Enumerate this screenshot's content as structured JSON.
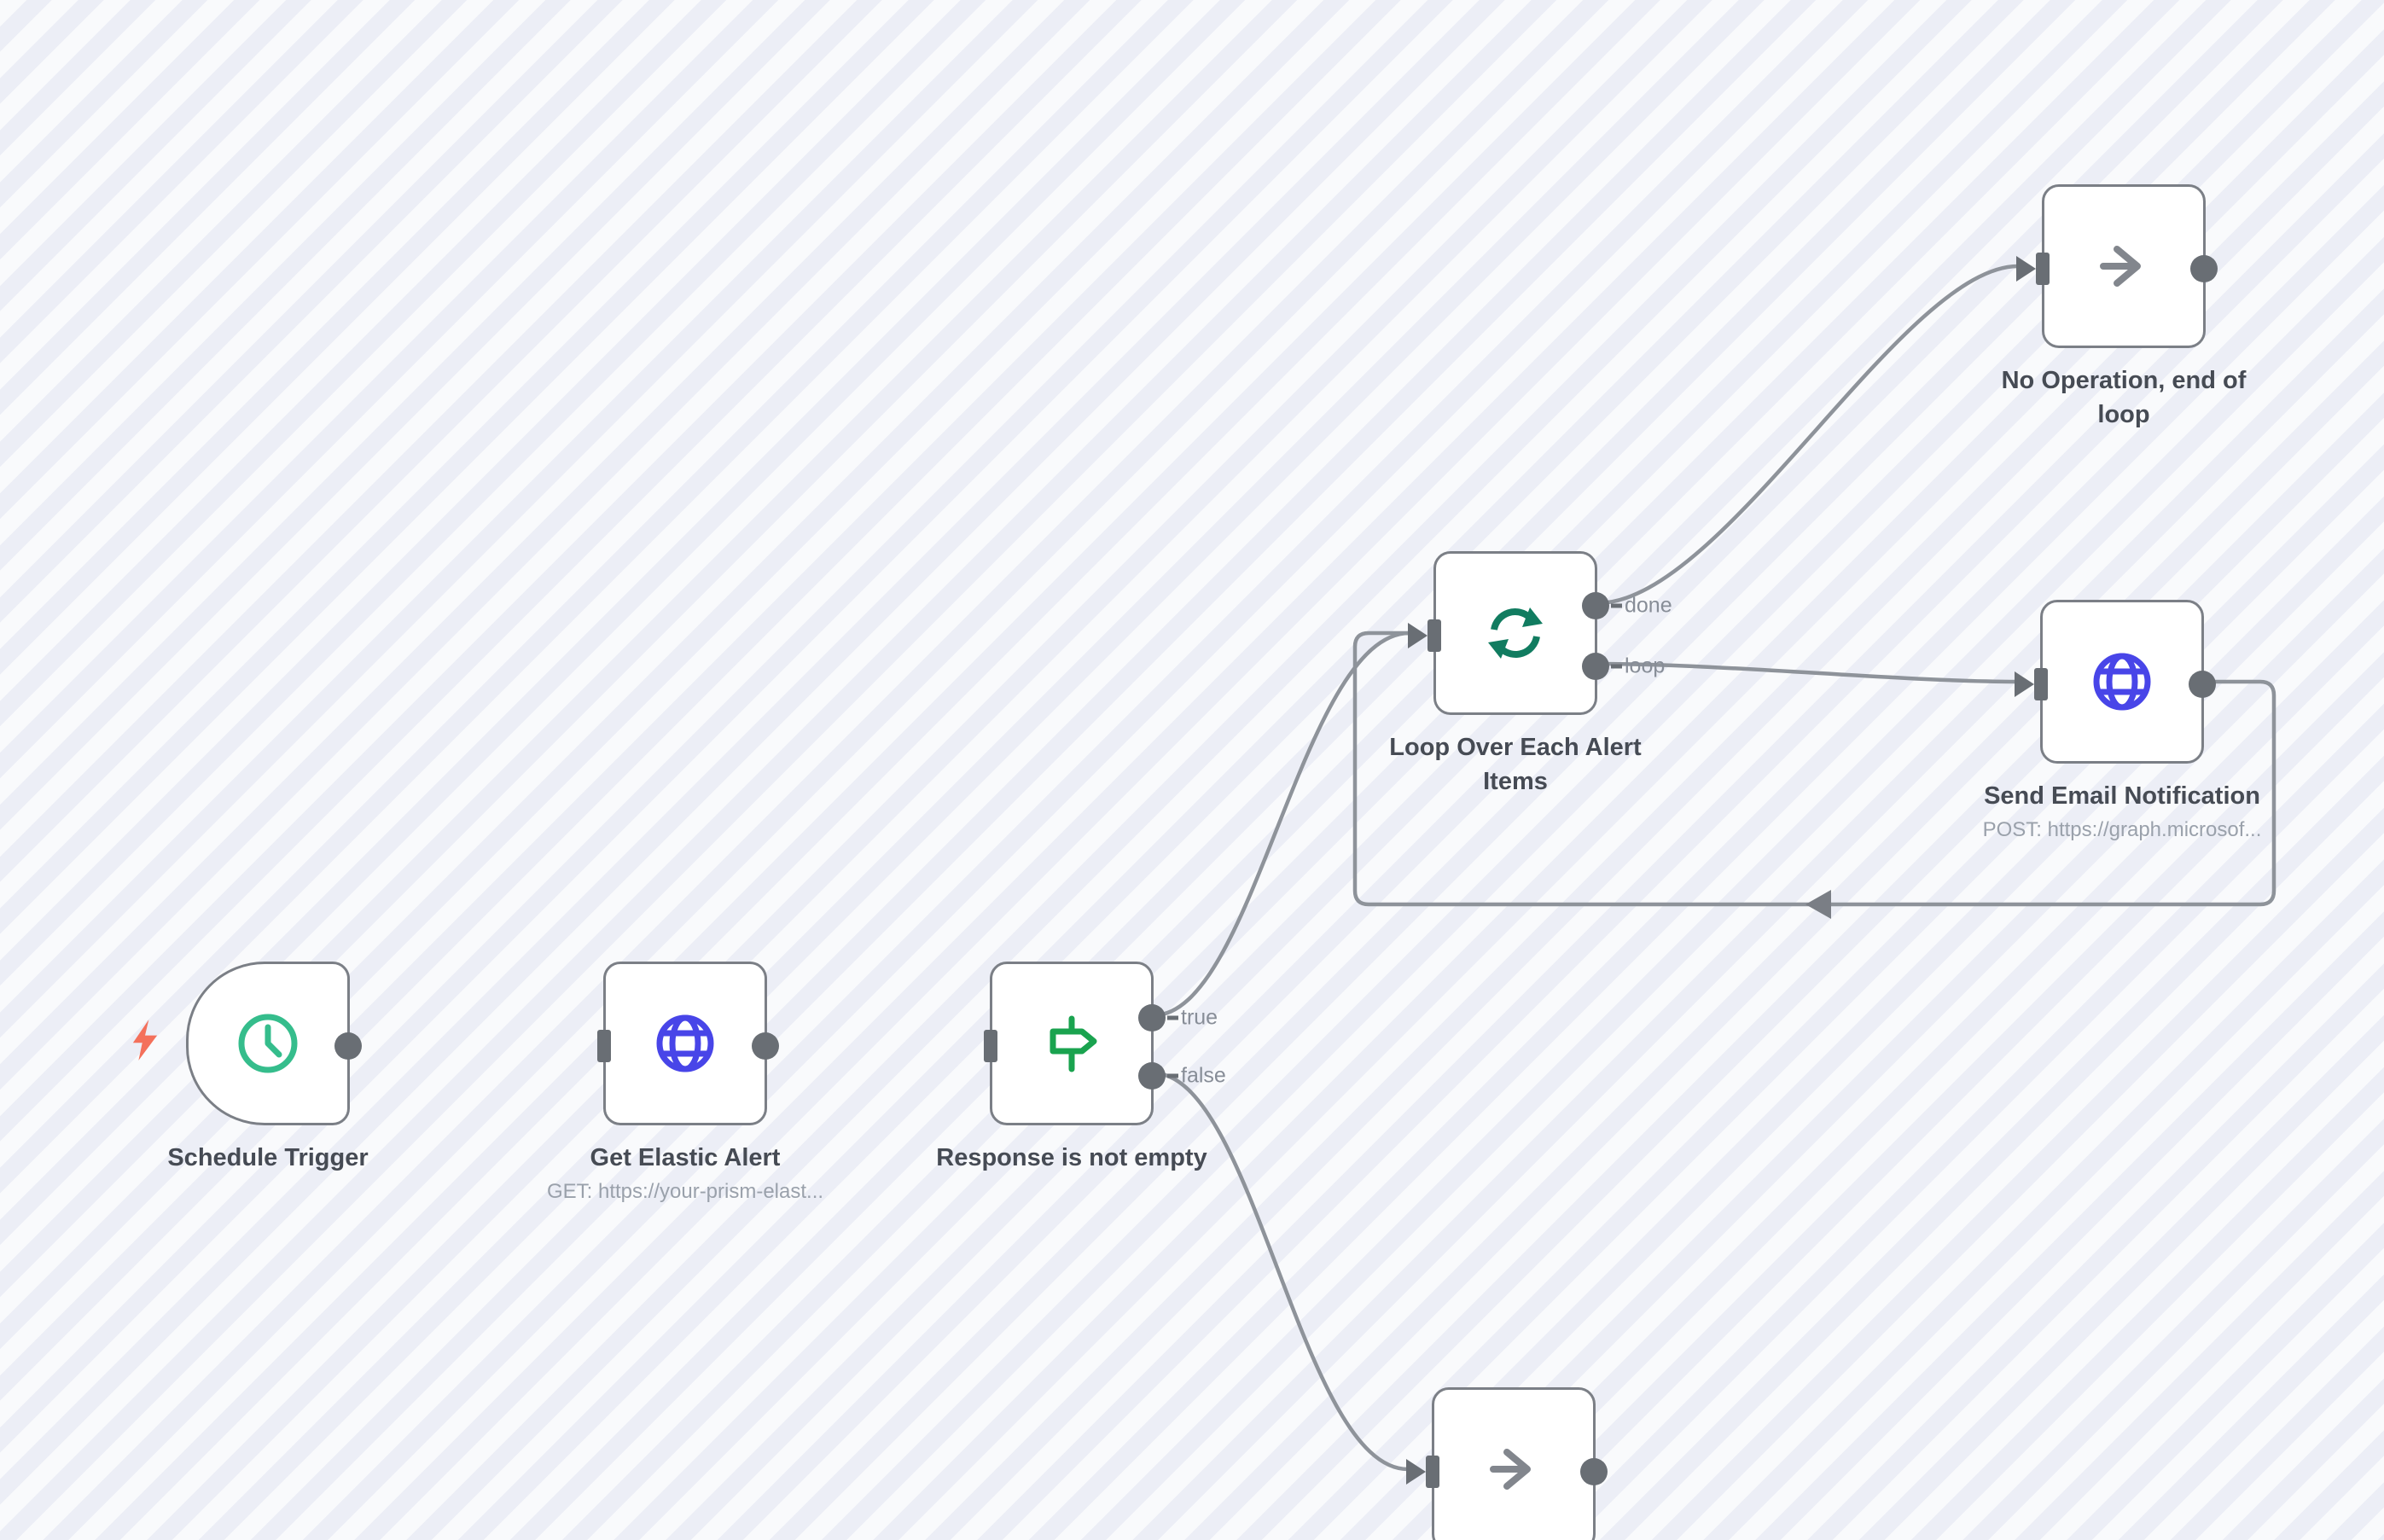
{
  "workflow": {
    "nodes": [
      {
        "id": "schedule-trigger",
        "label": "Schedule Trigger",
        "icon": "clock-icon",
        "kind": "trigger"
      },
      {
        "id": "get-elastic-alert",
        "label": "Get Elastic Alert",
        "sublabel": "GET: https://your-prism-elast...",
        "icon": "globe-icon"
      },
      {
        "id": "response-is-not-empty",
        "label": "Response is not empty",
        "icon": "signpost-icon",
        "outputs": [
          {
            "label": "true"
          },
          {
            "label": "false"
          }
        ]
      },
      {
        "id": "loop-over-each-alert-items",
        "label": "Loop Over Each Alert Items",
        "label_lines": [
          "Loop Over Each Alert",
          "Items"
        ],
        "icon": "loop-icon",
        "outputs": [
          {
            "label": "done"
          },
          {
            "label": "loop"
          }
        ]
      },
      {
        "id": "no-operation-end-of-loop",
        "label": "No Operation, end of loop",
        "label_lines": [
          "No Operation, end of",
          "loop"
        ],
        "icon": "arrow-right-icon"
      },
      {
        "id": "send-email-notification",
        "label": "Send Email Notification",
        "sublabel": "POST: https://graph.microsof...",
        "icon": "globe-icon"
      },
      {
        "id": "no-operation-bottom",
        "label": "",
        "icon": "arrow-right-icon"
      }
    ],
    "connections": [
      {
        "from": "response-is-not-empty",
        "output": "true",
        "to": "loop-over-each-alert-items"
      },
      {
        "from": "response-is-not-empty",
        "output": "false",
        "to": "no-operation-bottom"
      },
      {
        "from": "loop-over-each-alert-items",
        "output": "done",
        "to": "no-operation-end-of-loop"
      },
      {
        "from": "loop-over-each-alert-items",
        "output": "loop",
        "to": "send-email-notification"
      },
      {
        "from": "send-email-notification",
        "output": "main",
        "to": "loop-over-each-alert-items"
      }
    ],
    "colors": {
      "stripe_light": "#f9fafc",
      "stripe_dark": "#eceef6",
      "node_border": "#7b7f86",
      "wire": "#8e939a",
      "port": "#696e74",
      "label": "#464b54",
      "sublabel": "#9aa1ab",
      "clock_green": "#35bd8c",
      "http_blue": "#4845e8",
      "if_green": "#1aa34f",
      "loop_green": "#117c60",
      "noop_gray": "#82868d",
      "bolt_coral": "#f4705b"
    }
  }
}
